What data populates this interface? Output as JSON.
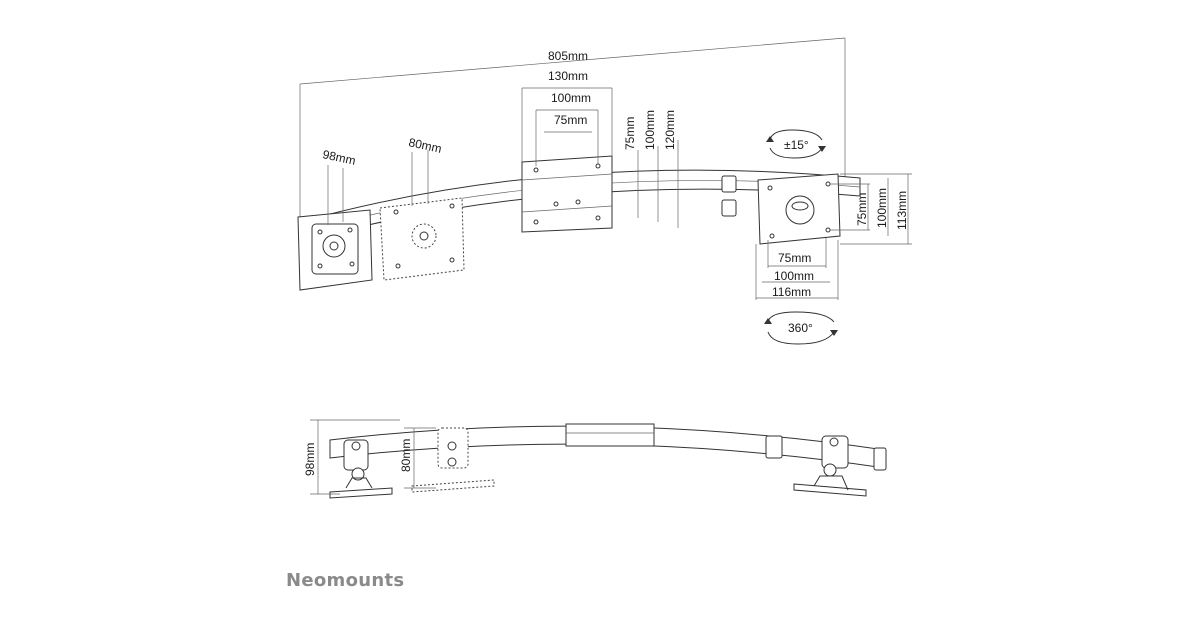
{
  "brand": "Neomounts",
  "dimensions": {
    "overall_width": "805mm",
    "center_130": "130mm",
    "center_100": "100mm",
    "center_75": "75mm",
    "center_v75": "75mm",
    "center_v100": "100mm",
    "center_v120": "120mm",
    "left_98": "98mm",
    "left_80": "80mm",
    "right_v75": "75mm",
    "right_v100": "100mm",
    "right_v113": "113mm",
    "right_h75": "75mm",
    "right_h100": "100mm",
    "right_h116": "116mm",
    "tilt": "±15°",
    "rotate": "360°",
    "side_98": "98mm",
    "side_80": "80mm"
  },
  "colors": {
    "line": "#333333",
    "brand": "#8a8a8a"
  }
}
